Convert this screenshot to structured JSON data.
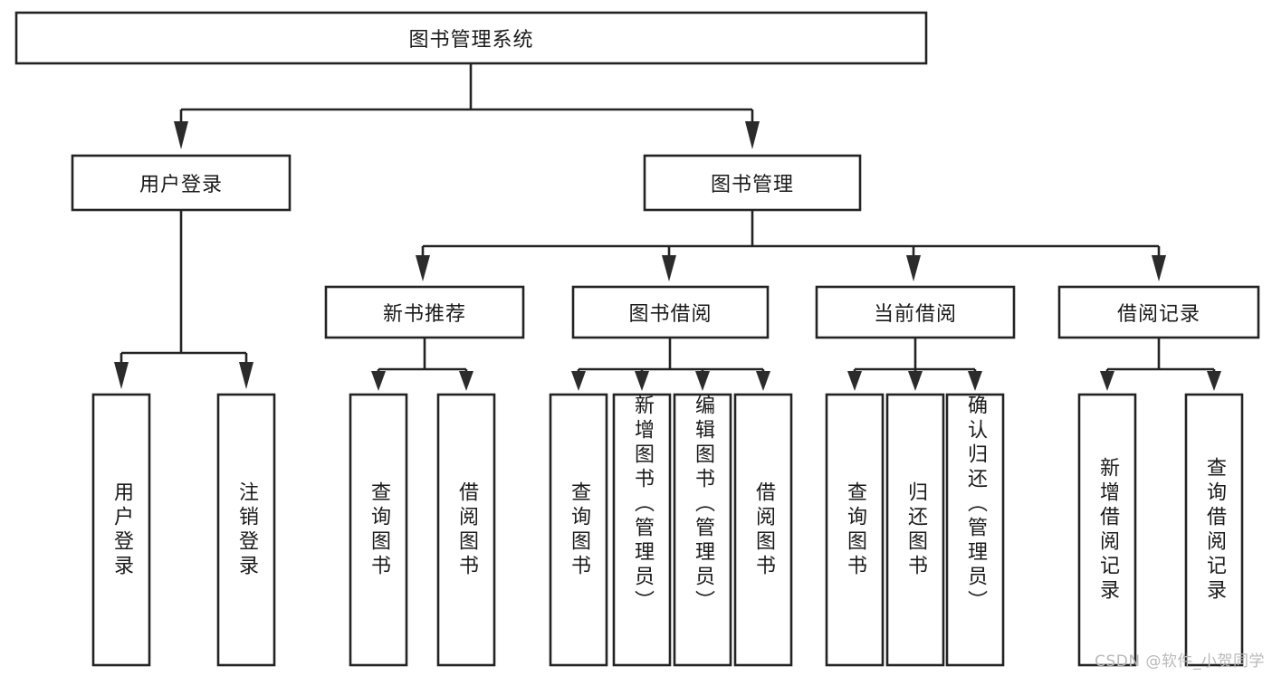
{
  "diagram": {
    "type": "tree-hierarchy-chart",
    "title": "图书管理系统",
    "orientation": "top-down",
    "colors": {
      "box_fill": "#ffffff",
      "box_stroke": "#232323",
      "text": "#1a1a1a",
      "background": "#ffffff",
      "watermark": "#b9b9b9"
    },
    "root": {
      "label": "图书管理系统",
      "orientation": "horizontal"
    },
    "level2": [
      {
        "label": "用户登录",
        "orientation": "horizontal"
      },
      {
        "label": "图书管理",
        "orientation": "horizontal"
      }
    ],
    "level3": [
      {
        "label": "新书推荐",
        "orientation": "horizontal"
      },
      {
        "label": "图书借阅",
        "orientation": "horizontal"
      },
      {
        "label": "当前借阅",
        "orientation": "horizontal"
      },
      {
        "label": "借阅记录",
        "orientation": "horizontal"
      }
    ],
    "leaves": {
      "user_login": [
        {
          "label": "用户登录",
          "orientation": "vertical"
        },
        {
          "label": "注销登录",
          "orientation": "vertical"
        }
      ],
      "new_book_recommend": [
        {
          "label": "查询图书",
          "orientation": "vertical"
        },
        {
          "label": "借阅图书",
          "orientation": "vertical"
        }
      ],
      "book_borrow": [
        {
          "label": "查询图书",
          "orientation": "vertical"
        },
        {
          "label": "新增图书（管理员）",
          "orientation": "vertical"
        },
        {
          "label": "编辑图书（管理员）",
          "orientation": "vertical"
        },
        {
          "label": "借阅图书",
          "orientation": "vertical"
        }
      ],
      "current_borrow": [
        {
          "label": "查询图书",
          "orientation": "vertical"
        },
        {
          "label": "归还图书",
          "orientation": "vertical"
        },
        {
          "label": "确认归还（管理员）",
          "orientation": "vertical"
        }
      ],
      "borrow_record": [
        {
          "label": "新增借阅记录",
          "orientation": "vertical"
        },
        {
          "label": "查询借阅记录",
          "orientation": "vertical"
        }
      ]
    }
  },
  "watermark": {
    "text": "CSDN @软件_小贺同学"
  }
}
